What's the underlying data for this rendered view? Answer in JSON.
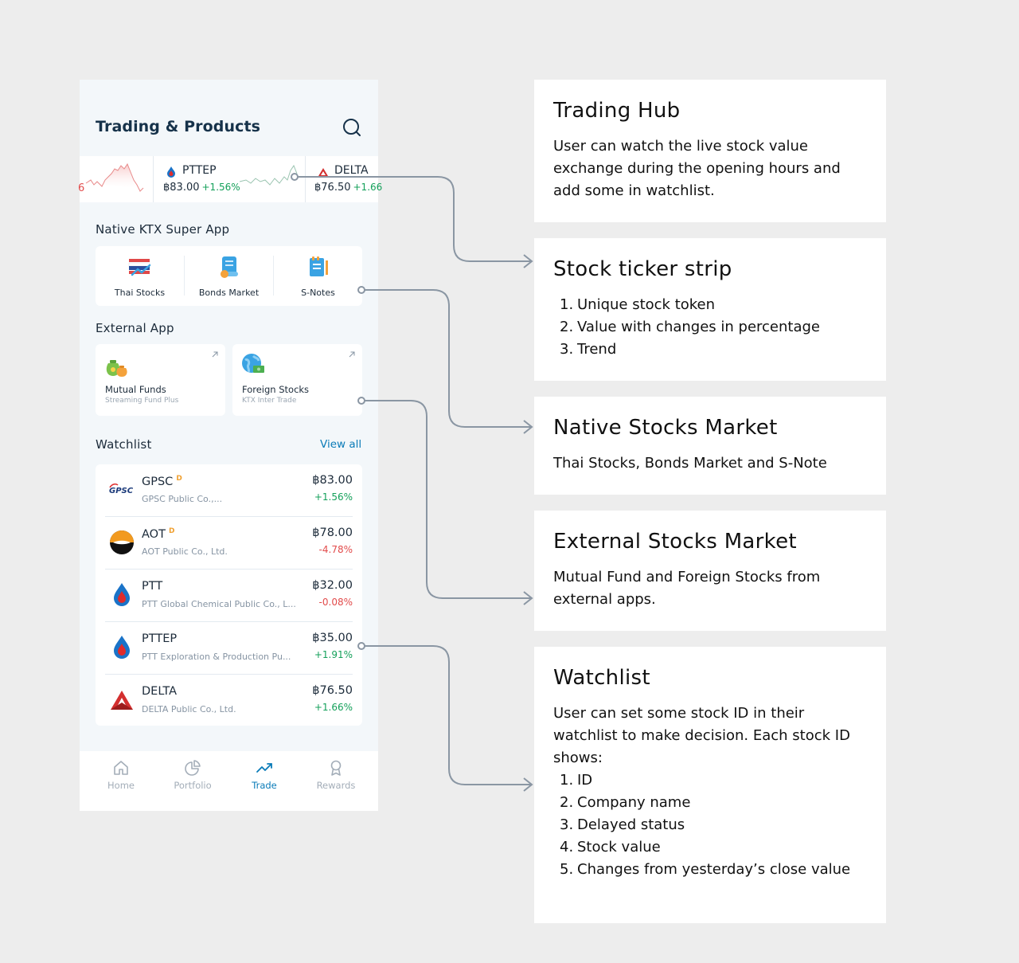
{
  "app": {
    "title": "Trading & Products",
    "currency_symbol": "฿",
    "colors": {
      "accent": "#0a7bb8",
      "up": "#14a05a",
      "down": "#e24b4b",
      "delayed": "#f0a030"
    }
  },
  "ticker": [
    {
      "symbol": "",
      "price": "",
      "change": "6",
      "trend": "down"
    },
    {
      "symbol": "PTTEP",
      "price": "฿83.00",
      "change": "+1.56%",
      "trend": "up",
      "logo": "ptt-drop-icon"
    },
    {
      "symbol": "DELTA",
      "price": "฿76.50",
      "change": "+1.66",
      "trend": "up",
      "logo": "delta-logo-icon"
    }
  ],
  "native_section": {
    "label": "Native KTX Super App",
    "items": [
      {
        "label": "Thai Stocks",
        "icon": "thai-stocks-icon"
      },
      {
        "label": "Bonds Market",
        "icon": "bonds-icon"
      },
      {
        "label": "S-Notes",
        "icon": "notes-icon"
      }
    ]
  },
  "external_section": {
    "label": "External App",
    "items": [
      {
        "name": "Mutual Funds",
        "sub": "Streaming Fund Plus",
        "icon": "money-bags-icon"
      },
      {
        "name": "Foreign Stocks",
        "sub": "KTX Inter Trade",
        "icon": "globe-money-icon"
      }
    ]
  },
  "watchlist": {
    "label": "Watchlist",
    "view_all": "View all",
    "rows": [
      {
        "symbol": "GPSC",
        "delayed": "D",
        "company": "GPSC Public Co.,...",
        "price": "฿83.00",
        "change": "+1.56%",
        "trend": "up"
      },
      {
        "symbol": "AOT",
        "delayed": "D",
        "company": "AOT Public Co., Ltd.",
        "price": "฿78.00",
        "change": "-4.78%",
        "trend": "down"
      },
      {
        "symbol": "PTT",
        "delayed": "",
        "company": "PTT Global Chemical Public Co., L...",
        "price": "฿32.00",
        "change": "-0.08%",
        "trend": "down"
      },
      {
        "symbol": "PTTEP",
        "delayed": "",
        "company": "PTT Exploration & Production Pu...",
        "price": "฿35.00",
        "change": "+1.91%",
        "trend": "up"
      },
      {
        "symbol": "DELTA",
        "delayed": "",
        "company": "DELTA Public Co., Ltd.",
        "price": "฿76.50",
        "change": "+1.66%",
        "trend": "up"
      }
    ]
  },
  "nav": [
    {
      "label": "Home",
      "icon": "home-icon",
      "active": false
    },
    {
      "label": "Portfolio",
      "icon": "pie-chart-icon",
      "active": false
    },
    {
      "label": "Trade",
      "icon": "trend-up-icon",
      "active": true
    },
    {
      "label": "Rewards",
      "icon": "ribbon-icon",
      "active": false
    }
  ],
  "annotations": {
    "hub": {
      "title": "Trading Hub",
      "text": "User can watch the live stock value exchange during the opening hours and add some in watchlist."
    },
    "ticker": {
      "title": "Stock ticker strip",
      "items": [
        "Unique stock token",
        "Value with changes in percentage",
        "Trend"
      ]
    },
    "native": {
      "title": "Native Stocks Market",
      "text": "Thai Stocks, Bonds Market and S-Note"
    },
    "external": {
      "title": "External Stocks Market",
      "text": "Mutual Fund and Foreign Stocks from external apps."
    },
    "watchlist": {
      "title": "Watchlist",
      "text": "User can set some stock ID in their watchlist to make decision. Each stock ID shows:",
      "items": [
        "ID",
        "Company name",
        "Delayed status",
        "Stock value",
        "Changes from yesterday’s close value"
      ]
    }
  }
}
